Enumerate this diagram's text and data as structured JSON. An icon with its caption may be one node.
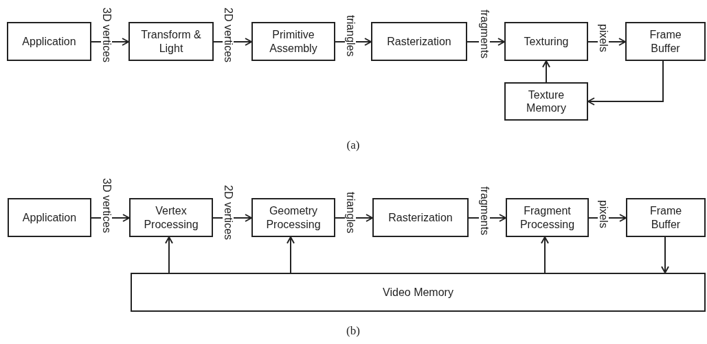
{
  "diagram": {
    "nodes": [
      {
        "text": [
          "Application"
        ]
      },
      {
        "text": [
          "Transform & Light"
        ]
      },
      {
        "text": [
          "Primitive Assembly"
        ]
      },
      {
        "text": [
          "Rasterization"
        ]
      },
      {
        "text": [
          "Texturing"
        ]
      },
      {
        "text": [
          "Frame Buffer"
        ]
      },
      {
        "text": [
          "Texture Memory"
        ]
      },
      {
        "text": [
          "Application"
        ]
      },
      {
        "text": [
          "Vertex Processing"
        ]
      },
      {
        "text": [
          "Geometry Processing"
        ]
      },
      {
        "text": [
          "Rasterization"
        ]
      },
      {
        "text": [
          "Fragment Processing"
        ]
      },
      {
        "text": [
          "Frame Buffer"
        ]
      },
      {
        "text": [
          "Video Memory"
        ]
      }
    ],
    "edges": [
      {
        "from": 0,
        "to": 1,
        "arrow": "to",
        "label": "3D vertices"
      },
      {
        "from": 1,
        "to": 2,
        "arrow": "to",
        "label": "2D vertices"
      },
      {
        "from": 2,
        "to": 3,
        "arrow": "to",
        "label": "triangles"
      },
      {
        "from": 3,
        "to": 4,
        "arrow": "to",
        "label": "fragments"
      },
      {
        "from": 4,
        "to": 5,
        "arrow": "to",
        "label": "pixels"
      },
      {
        "from": 6,
        "to": 4,
        "arrow": "to"
      },
      {
        "from": 5,
        "to": 6,
        "arrow": "to"
      },
      {
        "from": 7,
        "to": 8,
        "arrow": "to",
        "label": "3D vertices"
      },
      {
        "from": 8,
        "to": 9,
        "arrow": "to",
        "label": "2D vertices"
      },
      {
        "from": 9,
        "to": 10,
        "arrow": "to",
        "label": "triangles"
      },
      {
        "from": 10,
        "to": 11,
        "arrow": "to",
        "label": "fragments"
      },
      {
        "from": 11,
        "to": 12,
        "arrow": "to",
        "label": "pixels"
      },
      {
        "from": 13,
        "to": 8,
        "arrow": "to"
      },
      {
        "from": 13,
        "to": 9,
        "arrow": "to"
      },
      {
        "from": 13,
        "to": 11,
        "arrow": "to"
      },
      {
        "from": 12,
        "to": 13,
        "arrow": "to"
      }
    ],
    "labels": [
      "(a)",
      "(b)"
    ]
  }
}
